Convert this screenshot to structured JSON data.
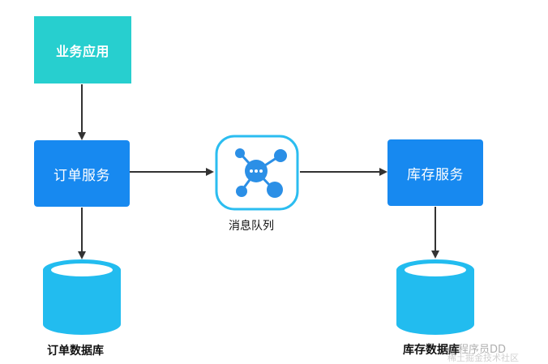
{
  "nodes": {
    "business_app": "业务应用",
    "order_service": "订单服务",
    "message_queue": "消息队列",
    "stock_service": "库存服务",
    "order_db": "订单数据库",
    "stock_db": "库存数据库"
  },
  "watermark": {
    "text": "@程序员DD",
    "sub": "稀土掘金技术社区"
  },
  "colors": {
    "business_box": "#27cfcf",
    "service_box": "#1789f0",
    "database": "#22bcef",
    "queue_border": "#2bbdf0",
    "arrow": "#333333"
  },
  "icons": {
    "message_queue": "message-queue-hub-icon",
    "database": "database-cylinder-icon"
  }
}
